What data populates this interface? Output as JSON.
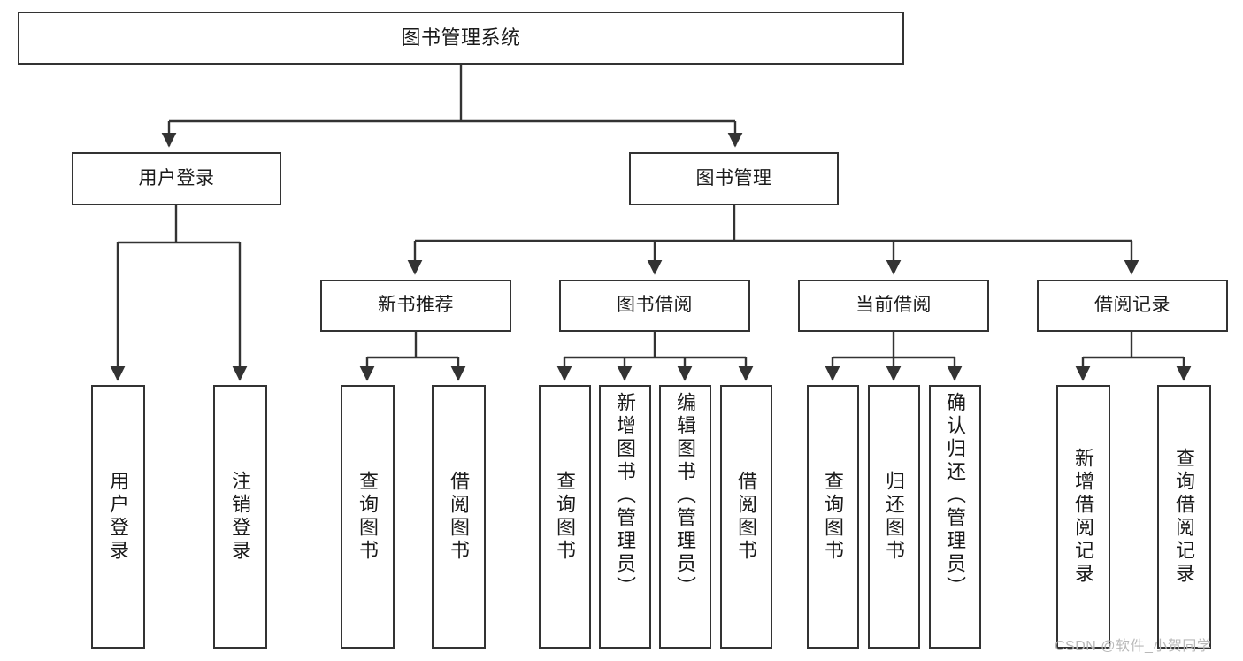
{
  "diagram": {
    "type": "tree-hierarchy-chart",
    "title": "图书管理系统",
    "colors": {
      "box_border": "#333333",
      "box_fill": "#ffffff",
      "connector": "#333333",
      "text": "#1a1a1a",
      "watermark": "#b9b9b9",
      "background": "#ffffff"
    },
    "root": {
      "label": "图书管理系统"
    },
    "level2": [
      {
        "label": "用户登录"
      },
      {
        "label": "图书管理"
      }
    ],
    "level3": [
      {
        "label": "新书推荐"
      },
      {
        "label": "图书借阅"
      },
      {
        "label": "当前借阅"
      },
      {
        "label": "借阅记录"
      }
    ],
    "leaves": {
      "user_login": [
        {
          "label": "用户登录"
        },
        {
          "label": "注销登录"
        }
      ],
      "new_book_recommend": [
        {
          "label": "查询图书"
        },
        {
          "label": "借阅图书"
        }
      ],
      "book_borrow": [
        {
          "label": "查询图书"
        },
        {
          "label": "新增图书（管理员）"
        },
        {
          "label": "编辑图书（管理员）"
        },
        {
          "label": "借阅图书"
        }
      ],
      "current_borrow": [
        {
          "label": "查询图书"
        },
        {
          "label": "归还图书"
        },
        {
          "label": "确认归还（管理员）"
        }
      ],
      "borrow_record": [
        {
          "label": "新增借阅记录"
        },
        {
          "label": "查询借阅记录"
        }
      ]
    }
  },
  "watermark": {
    "text": "CSDN @软件_小贺同学"
  }
}
